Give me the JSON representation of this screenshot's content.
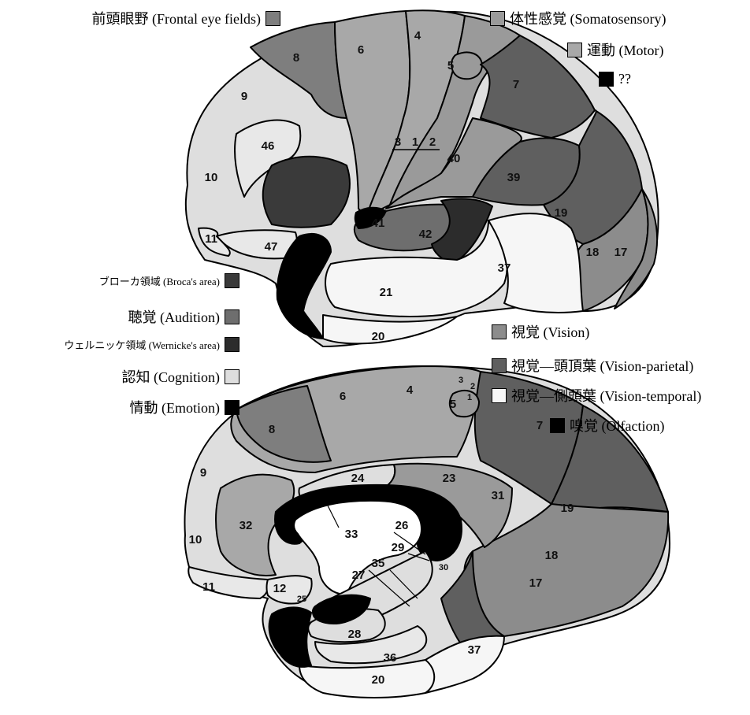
{
  "colors": {
    "frontal_eye_fields": "#7e7e7e",
    "somatosensory": "#9a9a9a",
    "motor": "#a8a8a8",
    "unknown": "#000000",
    "broca": "#3a3a3a",
    "audition": "#6e6e6e",
    "wernicke": "#2c2c2c",
    "cognition": "#dedede",
    "emotion": "#000000",
    "vision": "#8c8c8c",
    "vision_parietal": "#5f5f5f",
    "vision_temporal": "#f6f6f6",
    "olfaction": "#000000"
  },
  "legend": {
    "frontal_eye_fields": "前頭眼野 (Frontal eye fields)",
    "somatosensory": "体性感覚 (Somatosensory)",
    "motor": "運動 (Motor)",
    "unknown": "??",
    "broca": "ブローカ領域 (Broca's area)",
    "audition": "聴覚 (Audition)",
    "wernicke": "ウェルニッケ領域 (Wernicke's area)",
    "cognition": "認知 (Cognition)",
    "emotion": "情動 (Emotion)",
    "vision": "視覚 (Vision)",
    "vision_parietal": "視覚—頭頂葉 (Vision-parietal)",
    "vision_temporal": "視覚—側頭葉 (Vision-temporal)",
    "olfaction": "嗅覚 (Olfaction)"
  },
  "lateral_areas": [
    "4",
    "5",
    "6",
    "7",
    "8",
    "9",
    "10",
    "11",
    "17",
    "18",
    "19",
    "20",
    "21",
    "37",
    "39",
    "40",
    "41",
    "42",
    "46",
    "47",
    "3",
    "1",
    "2"
  ],
  "medial_areas": [
    "1",
    "2",
    "3",
    "4",
    "5",
    "6",
    "7",
    "8",
    "9",
    "10",
    "11",
    "12",
    "17",
    "18",
    "19",
    "20",
    "23",
    "24",
    "25",
    "26",
    "27",
    "28",
    "29",
    "30",
    "31",
    "32",
    "33",
    "35",
    "36",
    "37"
  ]
}
